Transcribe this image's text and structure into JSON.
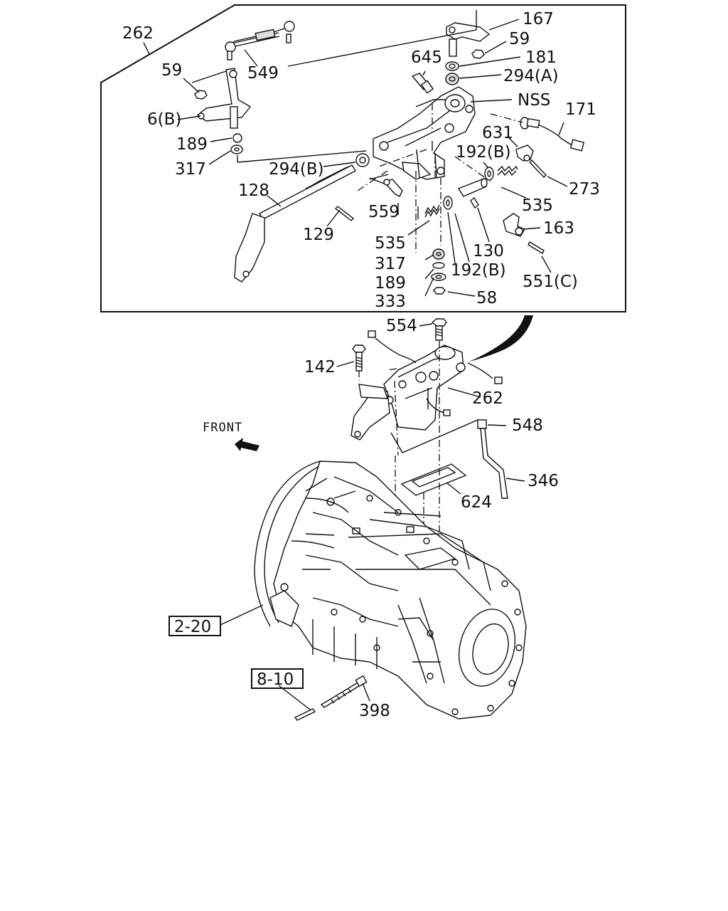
{
  "diagram": {
    "callouts": [
      {
        "id": "c262a",
        "text": "262"
      },
      {
        "id": "c549",
        "text": "549"
      },
      {
        "id": "c59a",
        "text": "59"
      },
      {
        "id": "c6b",
        "text": "6(B)"
      },
      {
        "id": "c189a",
        "text": "189"
      },
      {
        "id": "c317a",
        "text": "317"
      },
      {
        "id": "c294b",
        "text": "294(B)"
      },
      {
        "id": "c128",
        "text": "128"
      },
      {
        "id": "c129",
        "text": "129"
      },
      {
        "id": "c559",
        "text": "559"
      },
      {
        "id": "c535a",
        "text": "535"
      },
      {
        "id": "c317b",
        "text": "317"
      },
      {
        "id": "c189b",
        "text": "189"
      },
      {
        "id": "c333",
        "text": "333"
      },
      {
        "id": "c58",
        "text": "58"
      },
      {
        "id": "c192b1",
        "text": "192(B)"
      },
      {
        "id": "c130",
        "text": "130"
      },
      {
        "id": "c551c",
        "text": "551(C)"
      },
      {
        "id": "c163",
        "text": "163"
      },
      {
        "id": "c535b",
        "text": "535"
      },
      {
        "id": "c273",
        "text": "273"
      },
      {
        "id": "c192b2",
        "text": "192(B)"
      },
      {
        "id": "c631",
        "text": "631"
      },
      {
        "id": "c171",
        "text": "171"
      },
      {
        "id": "cnss",
        "text": "NSS"
      },
      {
        "id": "c294a",
        "text": "294(A)"
      },
      {
        "id": "c645",
        "text": "645"
      },
      {
        "id": "c181",
        "text": "181"
      },
      {
        "id": "c59b",
        "text": "59"
      },
      {
        "id": "c167",
        "text": "167"
      },
      {
        "id": "c554",
        "text": "554"
      },
      {
        "id": "c142",
        "text": "142"
      },
      {
        "id": "c262b",
        "text": "262"
      },
      {
        "id": "c548",
        "text": "548"
      },
      {
        "id": "c346",
        "text": "346"
      },
      {
        "id": "c624",
        "text": "624"
      },
      {
        "id": "c398",
        "text": "398"
      }
    ],
    "references": [
      {
        "id": "r220",
        "text": "2-20"
      },
      {
        "id": "r810",
        "text": "8-10"
      }
    ],
    "front_label": "FRONT"
  }
}
